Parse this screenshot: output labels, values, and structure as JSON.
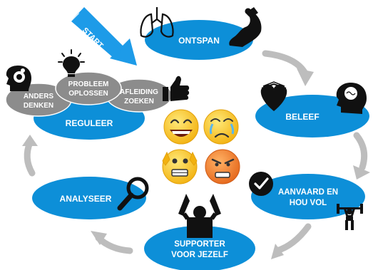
{
  "start_label": "START",
  "steps": {
    "ontspan": "ONTSPAN",
    "beleef": "BELEEF",
    "aanvaard": [
      "AANVAARD EN",
      "HOU VOL"
    ],
    "supporter": [
      "SUPPORTER",
      "VOOR JEZELF"
    ],
    "analyseer": "ANALYSEER",
    "reguleer": "REGULEER"
  },
  "strategies": {
    "anders_denken": [
      "ANDERS",
      "DENKEN"
    ],
    "probleem_oplossen": [
      "PROBLEEM",
      "OPLOSSEN"
    ],
    "afleiding_zoeken": [
      "AFLEIDING",
      "ZOEKEN"
    ]
  },
  "colors": {
    "blue": "#0d8fd8",
    "gray": "#8c8c8c",
    "arrow_gray": "#bdbdbd",
    "start_arrow": "#1d9be8",
    "emoji_yellow": "#f7c21b",
    "emoji_orange": "#ef7d1a"
  },
  "icons": [
    "lungs-icon",
    "flexed-arm-icon",
    "open-book-heart-icon",
    "brain-head-icon",
    "check-circle-icon",
    "weightlifter-icon",
    "cheering-person-icon",
    "magnifier-icon",
    "lightbulb-icon",
    "gear-head-icon",
    "thumbs-up-icon",
    "laughing-emoji",
    "crying-emoji",
    "anxious-emoji",
    "angry-emoji"
  ]
}
